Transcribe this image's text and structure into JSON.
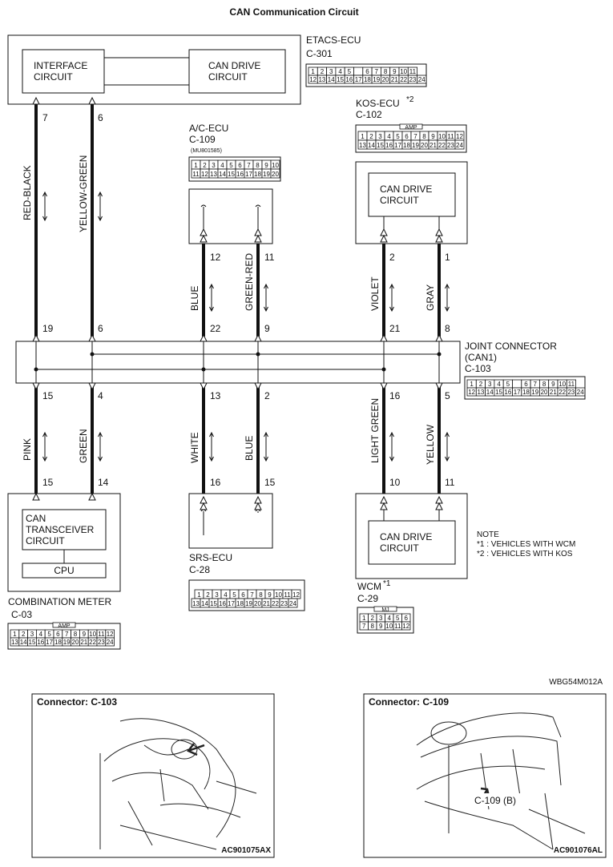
{
  "title": "CAN Communication Circuit",
  "etacs": {
    "name": "ETACS-ECU",
    "connector": "C-301",
    "interface": [
      "INTERFACE",
      "CIRCUIT"
    ],
    "candrive": [
      "CAN DRIVE",
      "CIRCUIT"
    ],
    "pins_top": [
      "1",
      "2",
      "3",
      "4",
      "5",
      "",
      "6",
      "7",
      "8",
      "9",
      "10",
      "11"
    ],
    "pins_bot": [
      "12",
      "13",
      "14",
      "15",
      "16",
      "17",
      "18",
      "19",
      "20",
      "21",
      "22",
      "23",
      "24"
    ]
  },
  "acecu": {
    "name": "A/C-ECU",
    "connector": "C-109",
    "part": "(MU801585)",
    "pins_top": [
      "1",
      "2",
      "3",
      "4",
      "5",
      "6",
      "7",
      "8",
      "9",
      "10"
    ],
    "pins_bot": [
      "11",
      "12",
      "13",
      "14",
      "15",
      "16",
      "17",
      "18",
      "19",
      "20"
    ]
  },
  "kosecu": {
    "name": "KOS-ECU",
    "star": "*2",
    "connector": "C-102",
    "amp": "AMP",
    "box": [
      "CAN DRIVE",
      "CIRCUIT"
    ],
    "pins_top": [
      "1",
      "2",
      "3",
      "4",
      "5",
      "6",
      "7",
      "8",
      "9",
      "10",
      "11",
      "12"
    ],
    "pins_bot": [
      "13",
      "14",
      "15",
      "16",
      "17",
      "18",
      "19",
      "20",
      "21",
      "22",
      "23",
      "24"
    ]
  },
  "joint": {
    "name": "JOINT CONNECTOR",
    "sub": "(CAN1)",
    "connector": "C-103",
    "pins_top": [
      "1",
      "2",
      "3",
      "4",
      "5",
      "",
      "6",
      "7",
      "8",
      "9",
      "10",
      "11"
    ],
    "pins_bot": [
      "12",
      "13",
      "14",
      "15",
      "16",
      "17",
      "18",
      "19",
      "20",
      "21",
      "22",
      "23",
      "24"
    ]
  },
  "wires_upper": [
    {
      "top_pin": "7",
      "color": "RED-BLACK",
      "bot_pin": "19"
    },
    {
      "top_pin": "6",
      "color": "YELLOW-GREEN",
      "bot_pin": "6"
    },
    {
      "top_pin": "12",
      "color": "BLUE",
      "bot_pin": "22"
    },
    {
      "top_pin": "11",
      "color": "GREEN-RED",
      "bot_pin": "9"
    },
    {
      "top_pin": "2",
      "color": "VIOLET",
      "bot_pin": "21"
    },
    {
      "top_pin": "1",
      "color": "GRAY",
      "bot_pin": "8"
    }
  ],
  "wires_lower": [
    {
      "top_pin": "15",
      "color": "PINK",
      "bot_pin": "15"
    },
    {
      "top_pin": "4",
      "color": "GREEN",
      "bot_pin": "14"
    },
    {
      "top_pin": "13",
      "color": "WHITE",
      "bot_pin": "16"
    },
    {
      "top_pin": "2",
      "color": "BLUE",
      "bot_pin": "15"
    },
    {
      "top_pin": "16",
      "color": "LIGHT GREEN",
      "bot_pin": "10"
    },
    {
      "top_pin": "5",
      "color": "YELLOW",
      "bot_pin": "11"
    }
  ],
  "meter": {
    "name": "COMBINATION METER",
    "connector": "C-03",
    "amp": "AMP",
    "transceiver": [
      "CAN",
      "TRANSCEIVER",
      "CIRCUIT"
    ],
    "cpu": "CPU",
    "pins_top": [
      "1",
      "2",
      "3",
      "4",
      "5",
      "6",
      "7",
      "8",
      "9",
      "10",
      "11",
      "12"
    ],
    "pins_bot": [
      "13",
      "14",
      "15",
      "16",
      "17",
      "18",
      "19",
      "20",
      "21",
      "22",
      "23",
      "24"
    ]
  },
  "srs": {
    "name": "SRS-ECU",
    "connector": "C-28",
    "pins_top": [
      "1",
      "2",
      "3",
      "4",
      "5",
      "6",
      "7",
      "8",
      "9",
      "10",
      "11",
      "12"
    ],
    "pins_bot": [
      "13",
      "14",
      "15",
      "16",
      "17",
      "18",
      "19",
      "20",
      "21",
      "22",
      "23",
      "24"
    ]
  },
  "wcm": {
    "name": "WCM",
    "star": "*1",
    "connector": "C-29",
    "tag": "MJ",
    "box": [
      "CAN DRIVE",
      "CIRCUIT"
    ],
    "pins_top": [
      "1",
      "2",
      "3",
      "4",
      "5",
      "6"
    ],
    "pins_bot": [
      "7",
      "8",
      "9",
      "10",
      "11",
      "12"
    ]
  },
  "note": {
    "title": "NOTE",
    "lines": [
      "*1 : VEHICLES WITH WCM",
      "*2 : VEHICLES WITH KOS"
    ]
  },
  "diagram_code": "WBG54M012A",
  "photo_left": {
    "title": "Connector: C-103",
    "code": "AC901075AX"
  },
  "photo_right": {
    "title": "Connector: C-109",
    "code": "AC901076AL",
    "callout": "C-109 (B)"
  }
}
